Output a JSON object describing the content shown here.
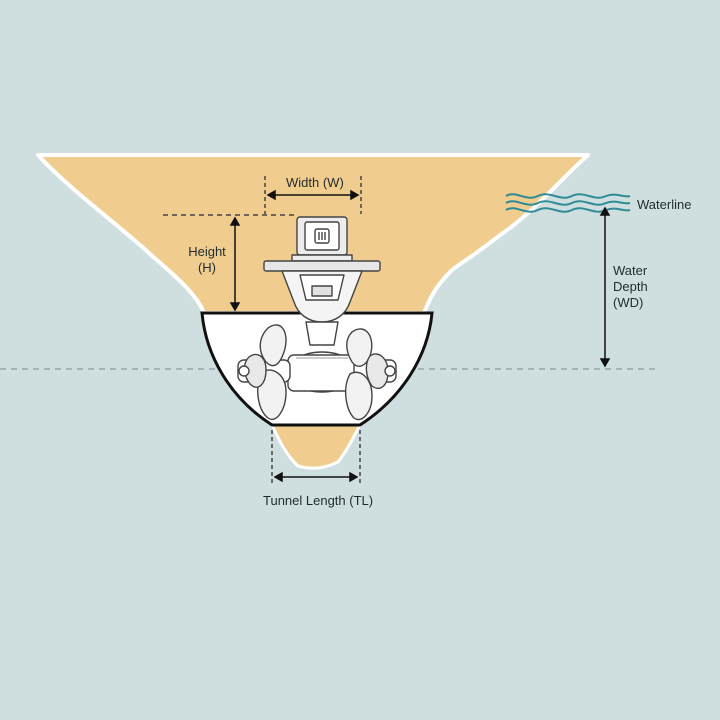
{
  "labels": {
    "width": "Width (W)",
    "height_line1": "Height",
    "height_line2": "(H)",
    "waterline": "Waterline",
    "water_depth_line1": "Water",
    "water_depth_line2": "Depth",
    "water_depth_line3": "(WD)",
    "tunnel_length": "Tunnel Length (TL)"
  },
  "colors": {
    "background": "#cfdfe0",
    "hull": "#f0cd8f",
    "hull_edge": "#ffffff",
    "water_wave": "#2f8c96",
    "dimension_line": "#111111",
    "dashed_line": "#8a9a9c",
    "thruster_fill": "#ffffff",
    "thruster_stroke": "#444444",
    "thruster_shade": "#dcdcdc"
  },
  "icons": {
    "thruster": "bow-thruster-icon",
    "waterline": "wave-icon"
  }
}
